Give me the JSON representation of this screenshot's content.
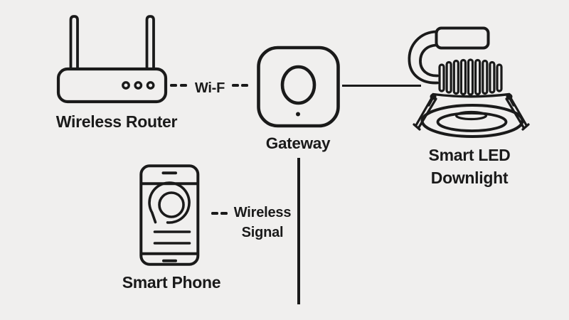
{
  "colors": {
    "background": "#f0efee",
    "ink": "#1a1a1a"
  },
  "nodes": {
    "router": {
      "icon": "wireless-router-icon",
      "label": "Wireless Router"
    },
    "gateway": {
      "icon": "gateway-icon",
      "label": "Gateway"
    },
    "downlight": {
      "icon": "led-downlight-icon",
      "label_line1": "Smart LED",
      "label_line2": "Downlight"
    },
    "phone": {
      "icon": "smart-phone-icon",
      "label": "Smart Phone"
    }
  },
  "connections": {
    "wifi": {
      "label": "Wi-F",
      "style": "dashed"
    },
    "wireless_signal": {
      "label_line1": "Wireless",
      "label_line2": "Signal",
      "style": "dashed"
    },
    "gateway_downlight": {
      "style": "solid"
    },
    "gateway_drop": {
      "style": "solid"
    }
  }
}
